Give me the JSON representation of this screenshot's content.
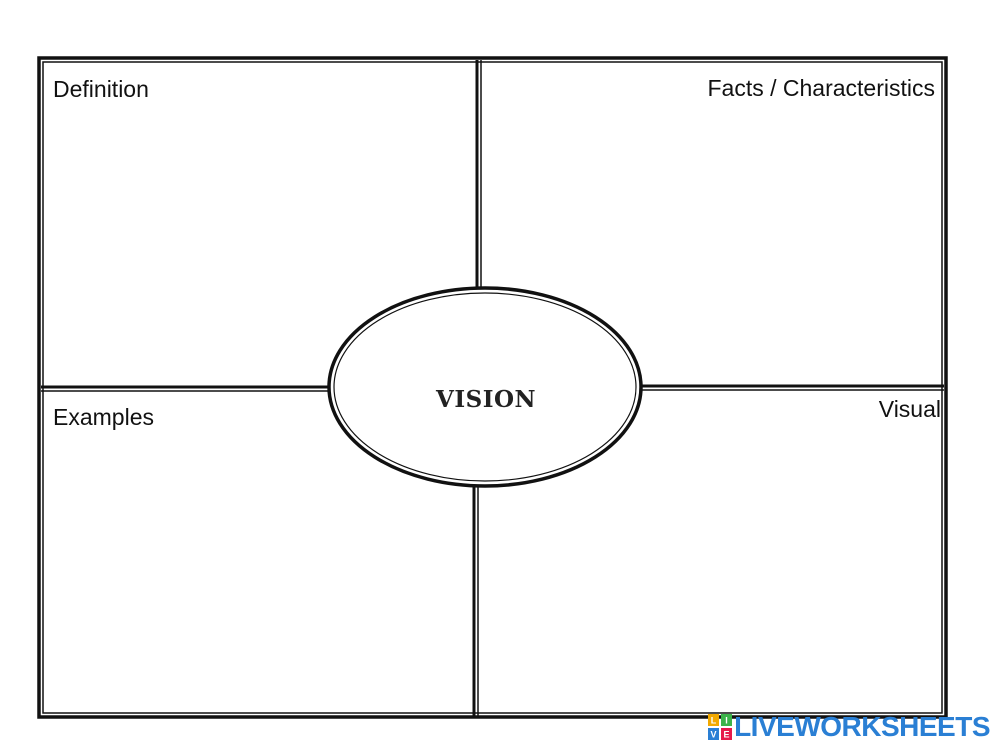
{
  "diagram": {
    "quadrants": {
      "top_left": "Definition",
      "top_right": "Facts / Characteristics",
      "bottom_left": "Examples",
      "bottom_right": "Visual"
    },
    "center_term": "VISION"
  },
  "watermark": {
    "text": "LIVEWORKSHEETS",
    "logo_letters": "LIVE",
    "color": "#2a7fd4"
  }
}
